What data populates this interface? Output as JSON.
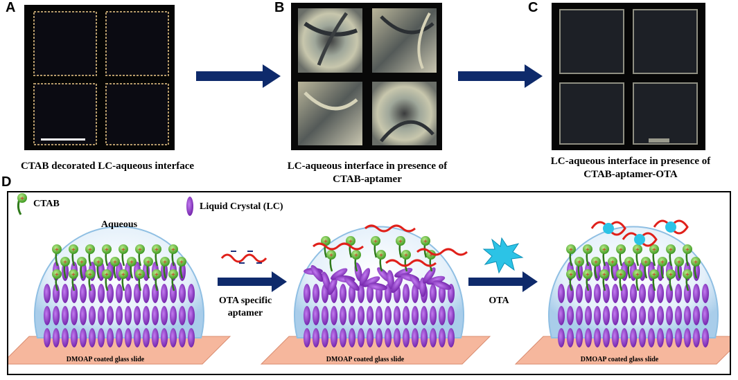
{
  "panels": {
    "a": {
      "label": "A",
      "caption": "CTAB decorated LC-aqueous interface"
    },
    "b": {
      "label": "B",
      "caption_line1": "LC-aqueous interface in presence of",
      "caption_line2": "CTAB-aptamer"
    },
    "c": {
      "label": "C",
      "caption_line1": "LC-aqueous interface in presence of",
      "caption_line2": "CTAB-aptamer-OTA"
    },
    "d": {
      "label": "D",
      "legend_ctab": "CTAB",
      "legend_lc": "Liquid Crystal (LC)",
      "aqueous_label": "Aqueous",
      "step1_line1": "OTA specific",
      "step1_line2": "aptamer",
      "step2_label": "OTA",
      "slide_label_1": "DMOAP coated glass slide",
      "slide_label_2": "DMOAP coated glass slide",
      "slide_label_3": "DMOAP coated glass slide"
    }
  },
  "colors": {
    "arrow": "#0e2a6b",
    "lc_molecule": "#8a2fc4",
    "ctab_head": "#6cc23a",
    "aptamer": "#e0201a",
    "ota": "#2cc3e6",
    "slide": "#f6b79d",
    "droplet": "#cfe6f7"
  }
}
